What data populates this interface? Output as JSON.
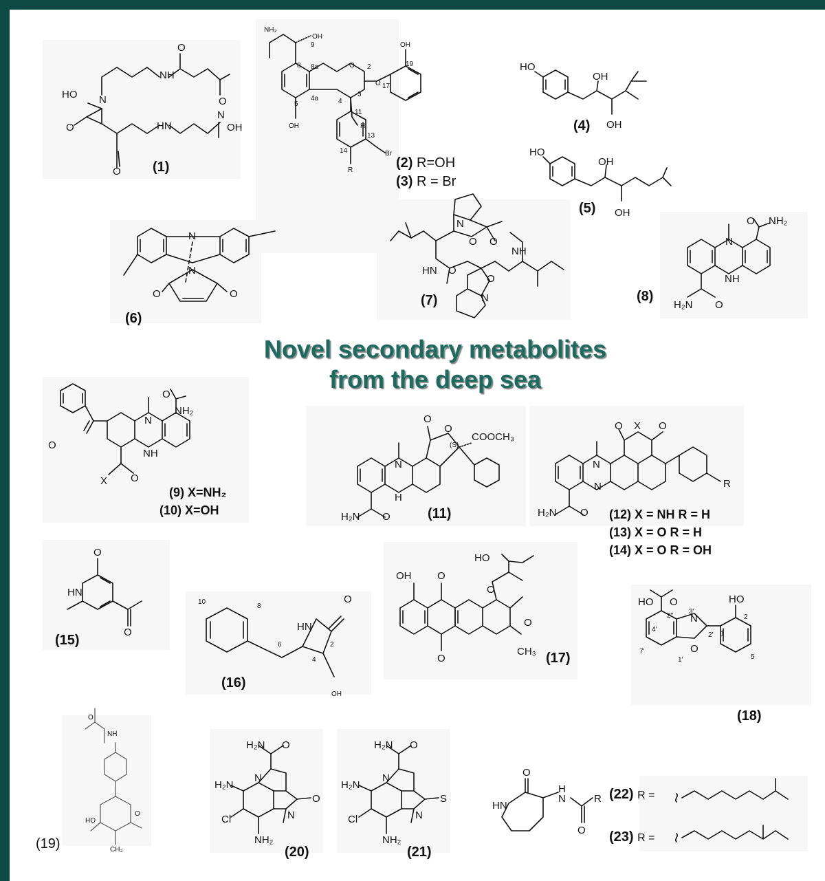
{
  "title": {
    "line1": "Novel secondary metabolites",
    "line2": "from the deep sea"
  },
  "compounds": [
    {
      "id": "1",
      "label": "(1)"
    },
    {
      "id": "2",
      "label": "(2)",
      "substituent": "R=OH"
    },
    {
      "id": "3",
      "label": "(3)",
      "substituent": "R = Br"
    },
    {
      "id": "4",
      "label": "(4)"
    },
    {
      "id": "5",
      "label": "(5)"
    },
    {
      "id": "6",
      "label": "(6)"
    },
    {
      "id": "7",
      "label": "(7)"
    },
    {
      "id": "8",
      "label": "(8)"
    },
    {
      "id": "9",
      "label": "(9) X=NH₂"
    },
    {
      "id": "10",
      "label": "(10) X=OH"
    },
    {
      "id": "11",
      "label": "(11)"
    },
    {
      "id": "12",
      "label": "(12) X = NH  R = H"
    },
    {
      "id": "13",
      "label": "(13) X = O    R = H"
    },
    {
      "id": "14",
      "label": "(14) X = O    R = OH"
    },
    {
      "id": "15",
      "label": "(15)"
    },
    {
      "id": "16",
      "label": "(16)"
    },
    {
      "id": "17",
      "label": "(17)"
    },
    {
      "id": "18",
      "label": "(18)"
    },
    {
      "id": "19",
      "label": "(19)"
    },
    {
      "id": "20",
      "label": "(20)"
    },
    {
      "id": "21",
      "label": "(21)"
    },
    {
      "id": "22",
      "label": "(22)",
      "substituent": "R ="
    },
    {
      "id": "23",
      "label": "(23)",
      "substituent": "R ="
    }
  ],
  "atom_labels": {
    "hoN": "HO",
    "nH": "N",
    "hLower": "H",
    "ohRight": "OH",
    "o": "O",
    "nh2": "NH₂",
    "oh": "OH",
    "ho": "HO",
    "br": "Br",
    "r": "R",
    "n": "N",
    "h": "H",
    "hn": "HN",
    "nh": "NH",
    "x": "X",
    "cooch3": "COOCH₃",
    "s_config": "(S)",
    "ch3": "CH₃",
    "h2n": "H₂N",
    "cl": "Cl",
    "s": "S"
  },
  "locants_2": [
    "9",
    "8",
    "8a",
    "2",
    "3",
    "17",
    "19",
    "5",
    "4a",
    "4",
    "11",
    "13",
    "14"
  ],
  "locants_16": [
    "10",
    "8",
    "6",
    "2",
    "4"
  ],
  "locants_18": [
    "2′′",
    "4′",
    "3′",
    "2",
    "2′",
    "1",
    "7′",
    "1′",
    "5"
  ]
}
